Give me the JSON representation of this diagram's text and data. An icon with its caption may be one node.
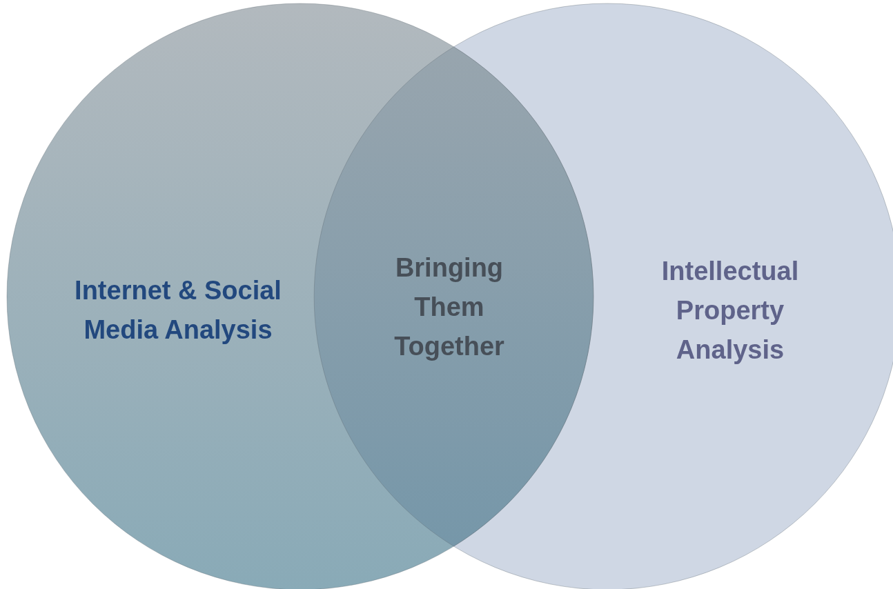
{
  "diagram": {
    "nodes": [
      {
        "text": [
          "Internet & Social Media Analysis"
        ]
      },
      {
        "text": [
          "Bringing Them Together"
        ]
      },
      {
        "text": [
          "Intellectual Property Analysis"
        ]
      }
    ],
    "edges": []
  }
}
